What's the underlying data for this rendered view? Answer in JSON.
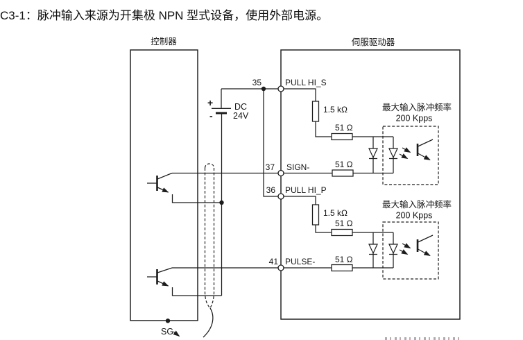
{
  "title": "C3-1：脉冲输入来源为开集极 NPN 型式设备，使用外部电源。",
  "controller": {
    "label": "控制器",
    "sg_label": "SG"
  },
  "servo": {
    "label": "伺服驱动器"
  },
  "power": {
    "plus": "+",
    "minus": "-",
    "name": "DC",
    "voltage": "24V"
  },
  "pins": [
    {
      "number": "35",
      "name": "PULL HI_S"
    },
    {
      "number": "37",
      "name": "SIGN-"
    },
    {
      "number": "36",
      "name": "PULL HI_P"
    },
    {
      "number": "41",
      "name": "PULSE-"
    }
  ],
  "resistors": {
    "pull_high": "1.5 kΩ",
    "series": "51 Ω"
  },
  "note": {
    "line1": "最大输入脉冲频率",
    "line2": "200 Kpps"
  }
}
